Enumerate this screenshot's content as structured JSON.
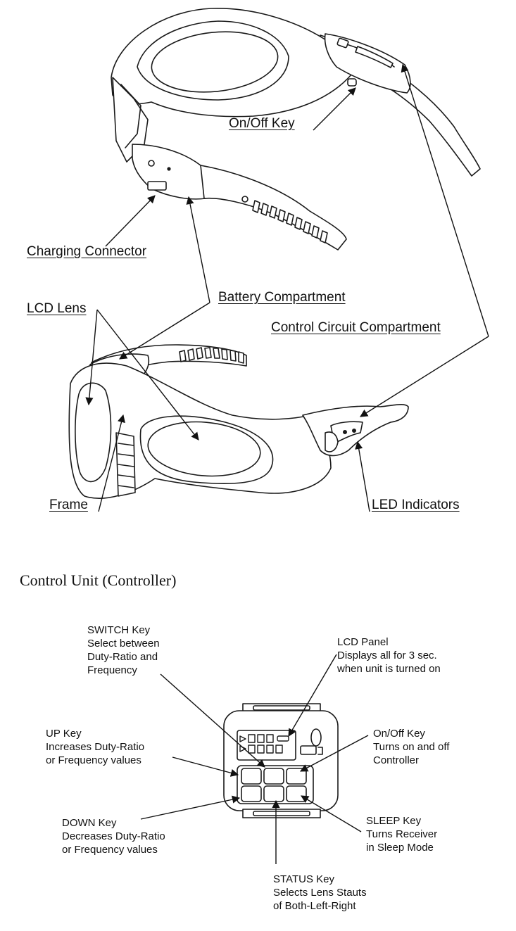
{
  "glasses_labels": {
    "on_off_key": "On/Off Key",
    "charging_connector": "Charging Connector",
    "battery_compartment": "Battery Compartment",
    "lcd_lens": "LCD Lens",
    "control_circuit_compartment": "Control Circuit Compartment",
    "frame": "Frame",
    "led_indicators": "LED Indicators"
  },
  "controller": {
    "section_title": "Control Unit (Controller)",
    "switch_key": {
      "title": "SWITCH Key",
      "lines": [
        "Select between",
        "Duty-Ratio and",
        "Frequency"
      ]
    },
    "lcd_panel": {
      "title": "LCD Panel",
      "lines": [
        "Displays all for 3 sec.",
        "when unit is turned on"
      ]
    },
    "up_key": {
      "title": "UP Key",
      "lines": [
        "Increases Duty-Ratio",
        "or Frequency values"
      ]
    },
    "on_off_key": {
      "title": "On/Off Key",
      "lines": [
        "Turns on and off",
        "Controller"
      ]
    },
    "down_key": {
      "title": "DOWN Key",
      "lines": [
        "Decreases Duty-Ratio",
        "or Frequency values"
      ]
    },
    "sleep_key": {
      "title": "SLEEP Key",
      "lines": [
        "Turns Receiver",
        "in Sleep Mode"
      ]
    },
    "status_key": {
      "title": "STATUS Key",
      "lines": [
        "Selects Lens Stauts",
        "of Both-Left-Right"
      ]
    }
  }
}
